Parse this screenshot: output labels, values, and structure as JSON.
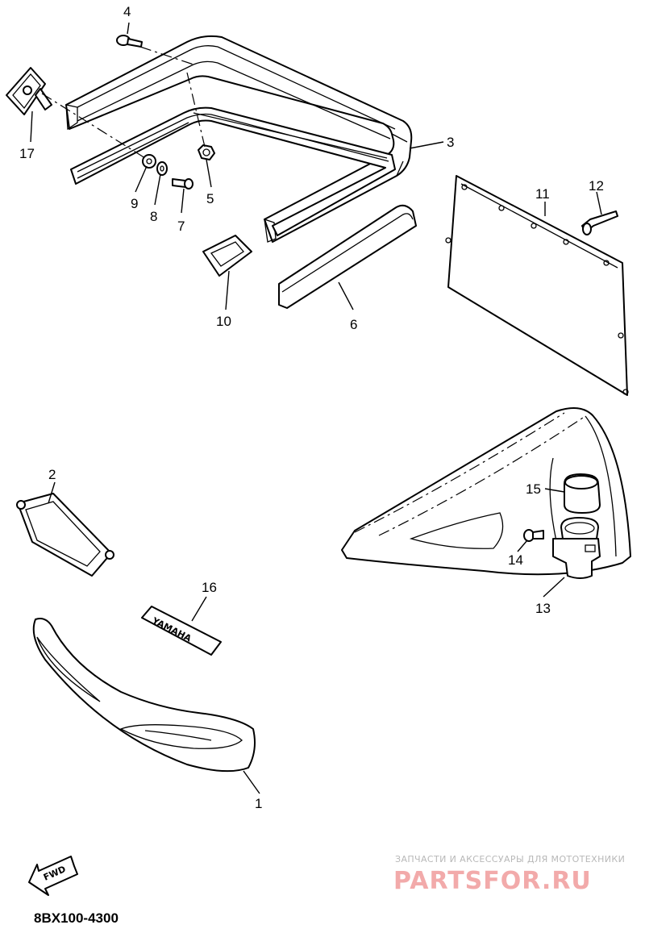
{
  "diagram": {
    "callouts": [
      "1",
      "2",
      "3",
      "4",
      "5",
      "6",
      "7",
      "8",
      "9",
      "10",
      "11",
      "12",
      "13",
      "14",
      "15",
      "16",
      "17"
    ],
    "emblem_text": "YAMAHA",
    "fwd_label": "FWD",
    "code": "8BX100-4300"
  },
  "watermark": {
    "tagline": "ЗАПЧАСТИ И АКСЕССУАРЫ ДЛЯ МОТОТЕХНИКИ",
    "logo": "PARTSFOR.RU",
    "color": "#f2aaaa"
  }
}
